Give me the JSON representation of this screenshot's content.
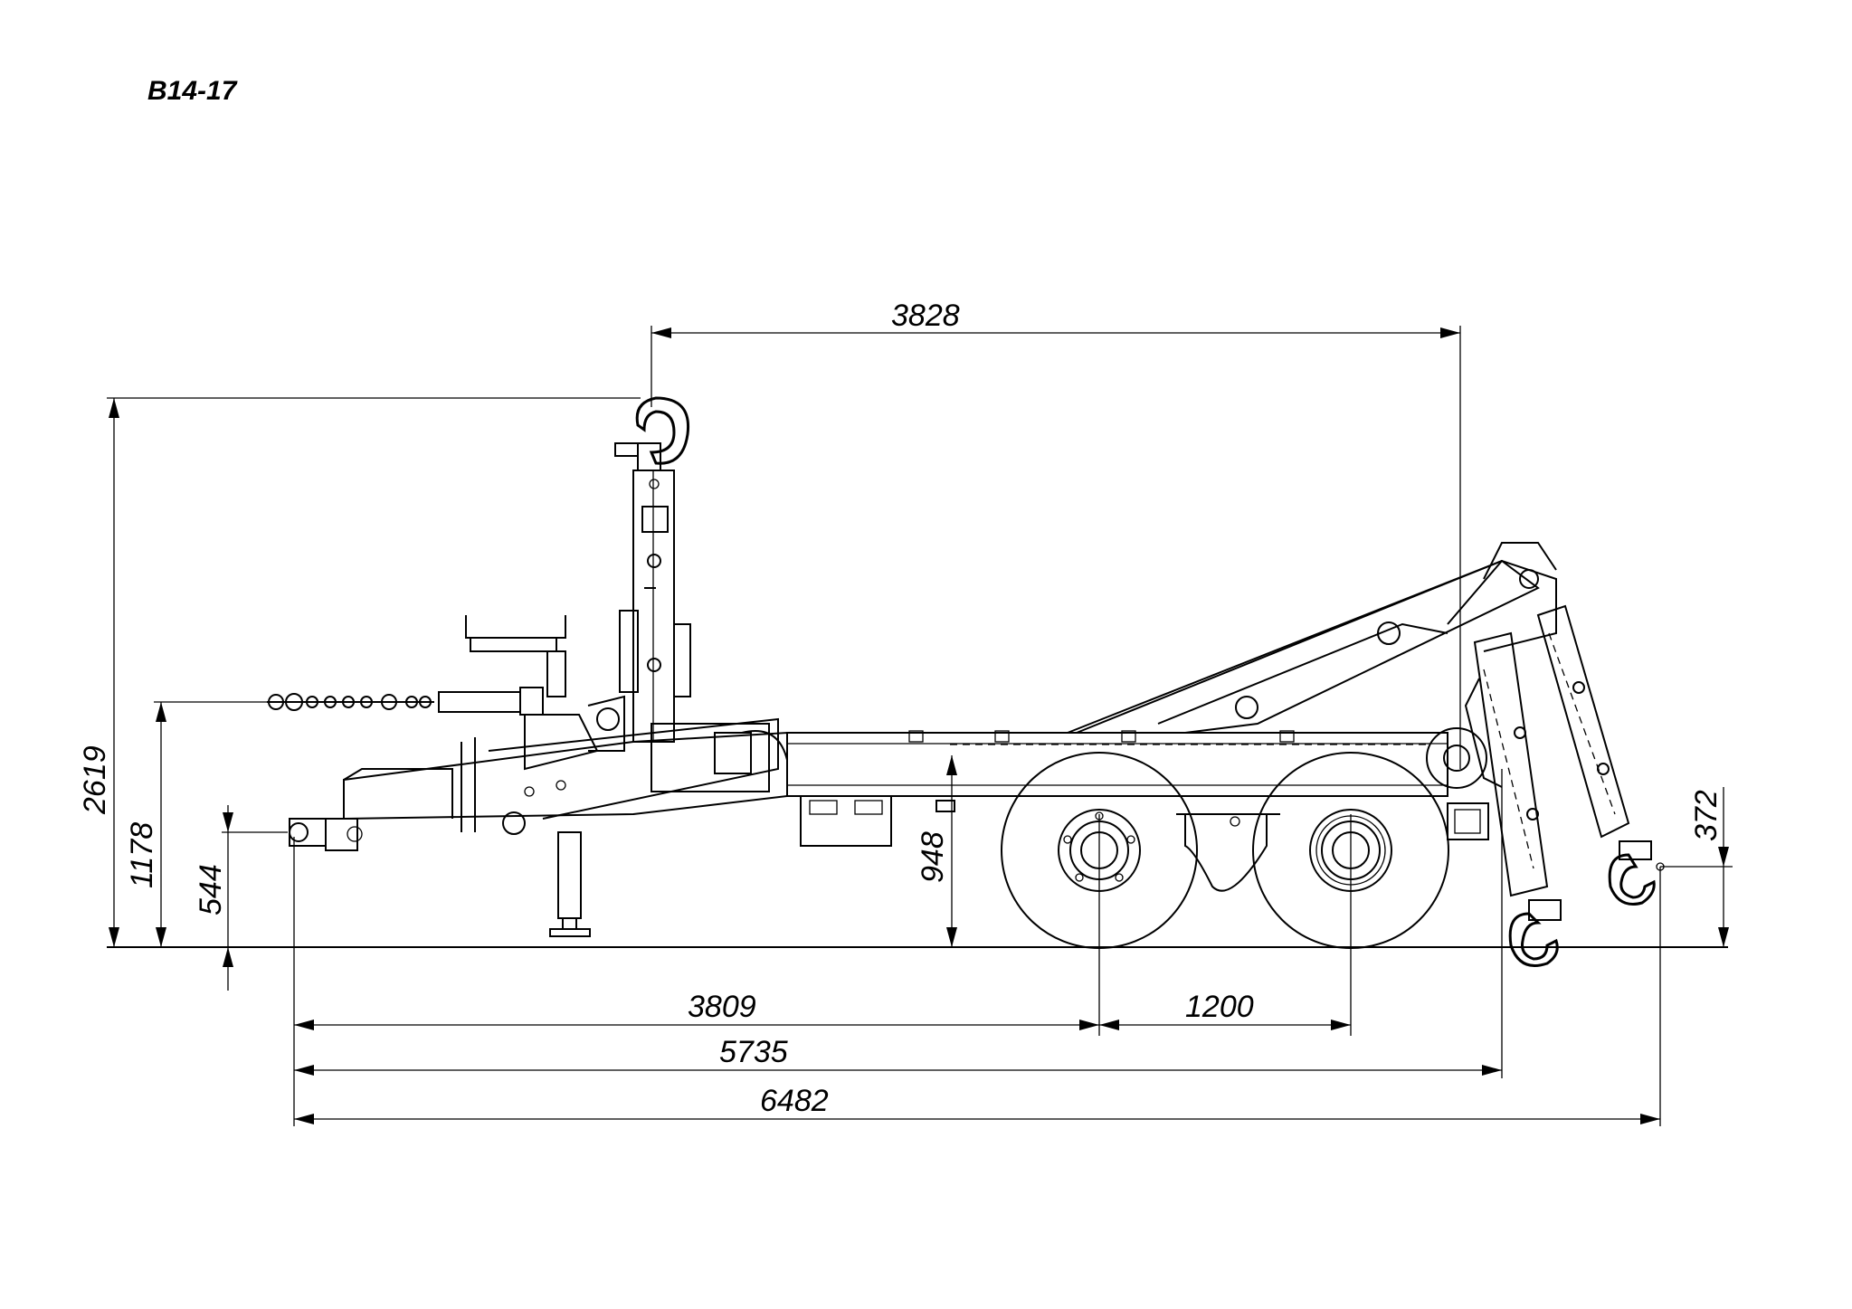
{
  "drawing": {
    "code": "B14-17"
  },
  "dimensions": {
    "arm_reach": "3828",
    "total_height": "2619",
    "drawbar_height": "1178",
    "coupling_height": "544",
    "frame_height": "948",
    "hook_height": "372",
    "hitch_to_axle": "3809",
    "axle_spacing": "1200",
    "frame_length": "5735",
    "overall_length": "6482"
  }
}
